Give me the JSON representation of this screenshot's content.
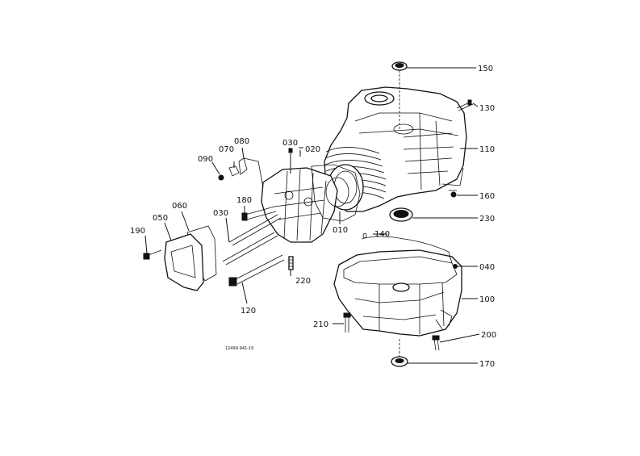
{
  "diagram": {
    "figure_code": "12499-941-10",
    "labels": {
      "p150": "150",
      "p130": "130",
      "p110": "110",
      "p160": "160",
      "p230": "230",
      "p140": "140",
      "p040": "040",
      "p100": "100",
      "p200": "200",
      "p170": "170",
      "p210": "210",
      "p010": "010",
      "p220": "220",
      "p120": "120",
      "p030a": "030",
      "p020": "020",
      "p080": "080",
      "p070": "070",
      "p090": "090",
      "p180": "180",
      "p030b": "030",
      "p060": "060",
      "p050": "050",
      "p190": "190"
    }
  }
}
